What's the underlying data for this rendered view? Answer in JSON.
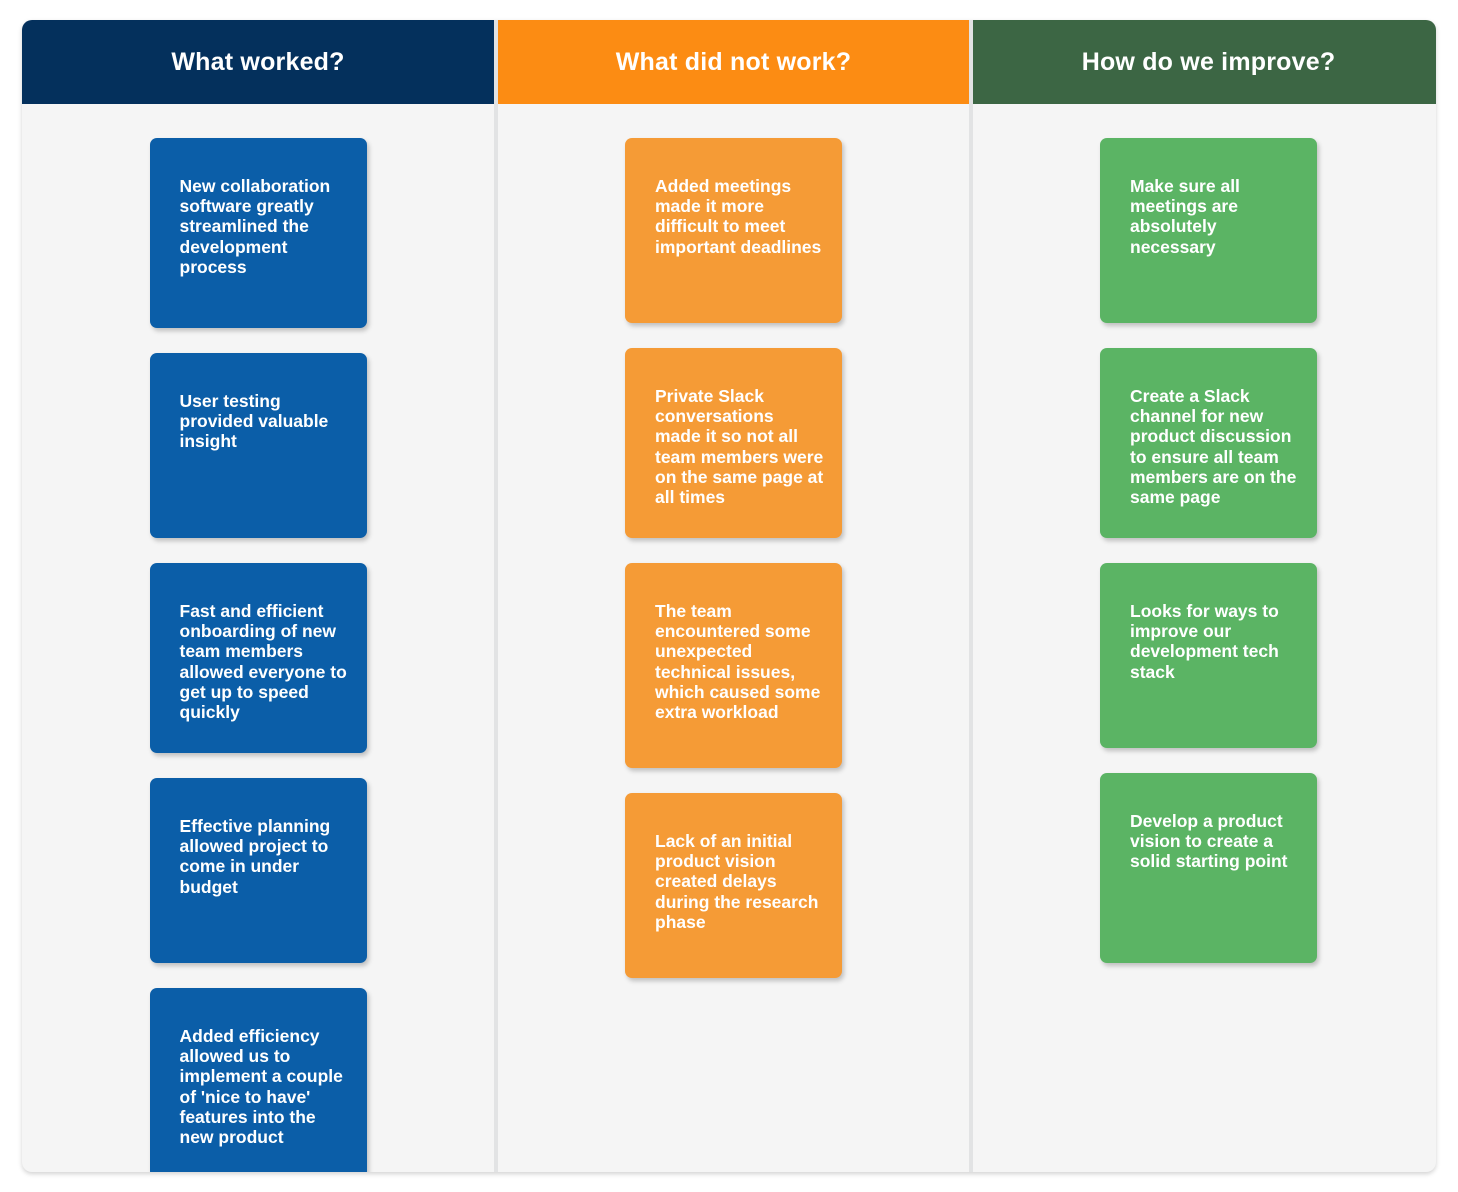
{
  "board": {
    "background_color": "#f5f5f5",
    "divider_color": "#e2e3e4",
    "columns": [
      {
        "id": "what-worked",
        "title": "What worked?",
        "header_color": "#04305c",
        "card_color": "#0b5ea8",
        "cards": [
          {
            "text": "New collaboration software greatly streamlined the development process",
            "height": "h190"
          },
          {
            "text": "User testing provided valuable insight",
            "height": "h185"
          },
          {
            "text": "Fast and efficient onboarding of new team members allowed everyone to get up to speed quickly",
            "height": "h190"
          },
          {
            "text": "Effective planning allowed project to come in under budget",
            "height": "h185"
          },
          {
            "text": "Added efficiency allowed us to implement a couple of 'nice to have' features into the new product",
            "height": "h190"
          }
        ]
      },
      {
        "id": "what-did-not-work",
        "title": "What did not work?",
        "header_color": "#fc8c13",
        "card_color": "#f59b36",
        "cards": [
          {
            "text": "Added meetings made it more difficult to meet important deadlines",
            "height": "h185"
          },
          {
            "text": "Private Slack conversations made it so not all team members were on the same page at all times",
            "height": "h190"
          },
          {
            "text": "The team encountered some unexpected technical issues, which caused some extra workload",
            "height": "h205"
          },
          {
            "text": "Lack of an initial product vision created delays during the research phase",
            "height": "h185"
          }
        ]
      },
      {
        "id": "how-do-we-improve",
        "title": "How do we improve?",
        "header_color": "#3c6644",
        "card_color": "#5bb464",
        "cards": [
          {
            "text": "Make sure all meetings are absolutely necessary",
            "height": "h185"
          },
          {
            "text": "Create a Slack channel for new product discussion to ensure all team members are on the same page",
            "height": "h190"
          },
          {
            "text": "Looks for ways to improve our development tech stack",
            "height": "h185"
          },
          {
            "text": "Develop a product vision to create a solid starting point",
            "height": "h190"
          }
        ]
      }
    ]
  }
}
